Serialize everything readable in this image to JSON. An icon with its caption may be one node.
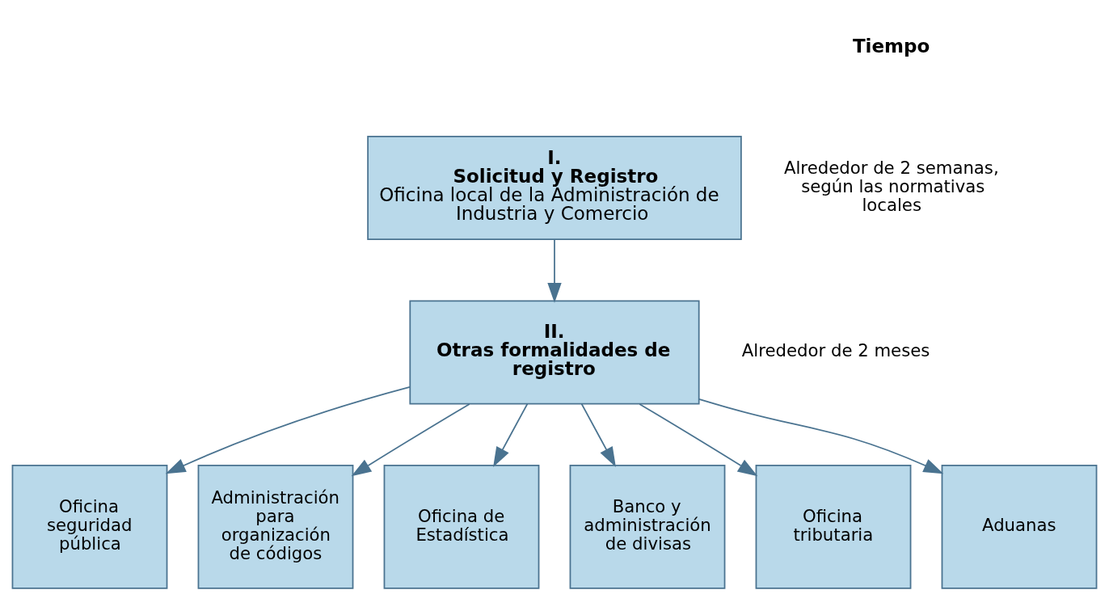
{
  "diagram": {
    "nodes": [
      {
        "text": [
          "I.",
          "Solicitud y Registro",
          "Oficina local de la Administración de Industria y Comercio"
        ],
        "beside": [
          "Alrededor de 2 semanas, según las normativas locales"
        ]
      },
      {
        "text": [
          "II.",
          "Otras formalidades de registro"
        ],
        "beside": [
          "Alrededor de 2 meses"
        ]
      },
      {
        "text": [
          "Oficina seguridad pública"
        ]
      },
      {
        "text": [
          "Administración para organización de códigos"
        ]
      },
      {
        "text": [
          "Oficina de Estadística"
        ]
      },
      {
        "text": [
          "Banco y administración de divisas"
        ]
      },
      {
        "text": [
          "Oficina tributaria"
        ]
      },
      {
        "text": [
          "Aduanas"
        ]
      }
    ],
    "edges": [
      {
        "from": 0,
        "to": 1,
        "arrow": "to"
      },
      {
        "from": 1,
        "to": 2,
        "arrow": "to"
      },
      {
        "from": 1,
        "to": 3,
        "arrow": "to"
      },
      {
        "from": 1,
        "to": 4,
        "arrow": "to"
      },
      {
        "from": 1,
        "to": 5,
        "arrow": "to"
      },
      {
        "from": 1,
        "to": 6,
        "arrow": "to"
      },
      {
        "from": 1,
        "to": 7,
        "arrow": "to"
      }
    ],
    "labels": [
      "Tiempo"
    ]
  }
}
